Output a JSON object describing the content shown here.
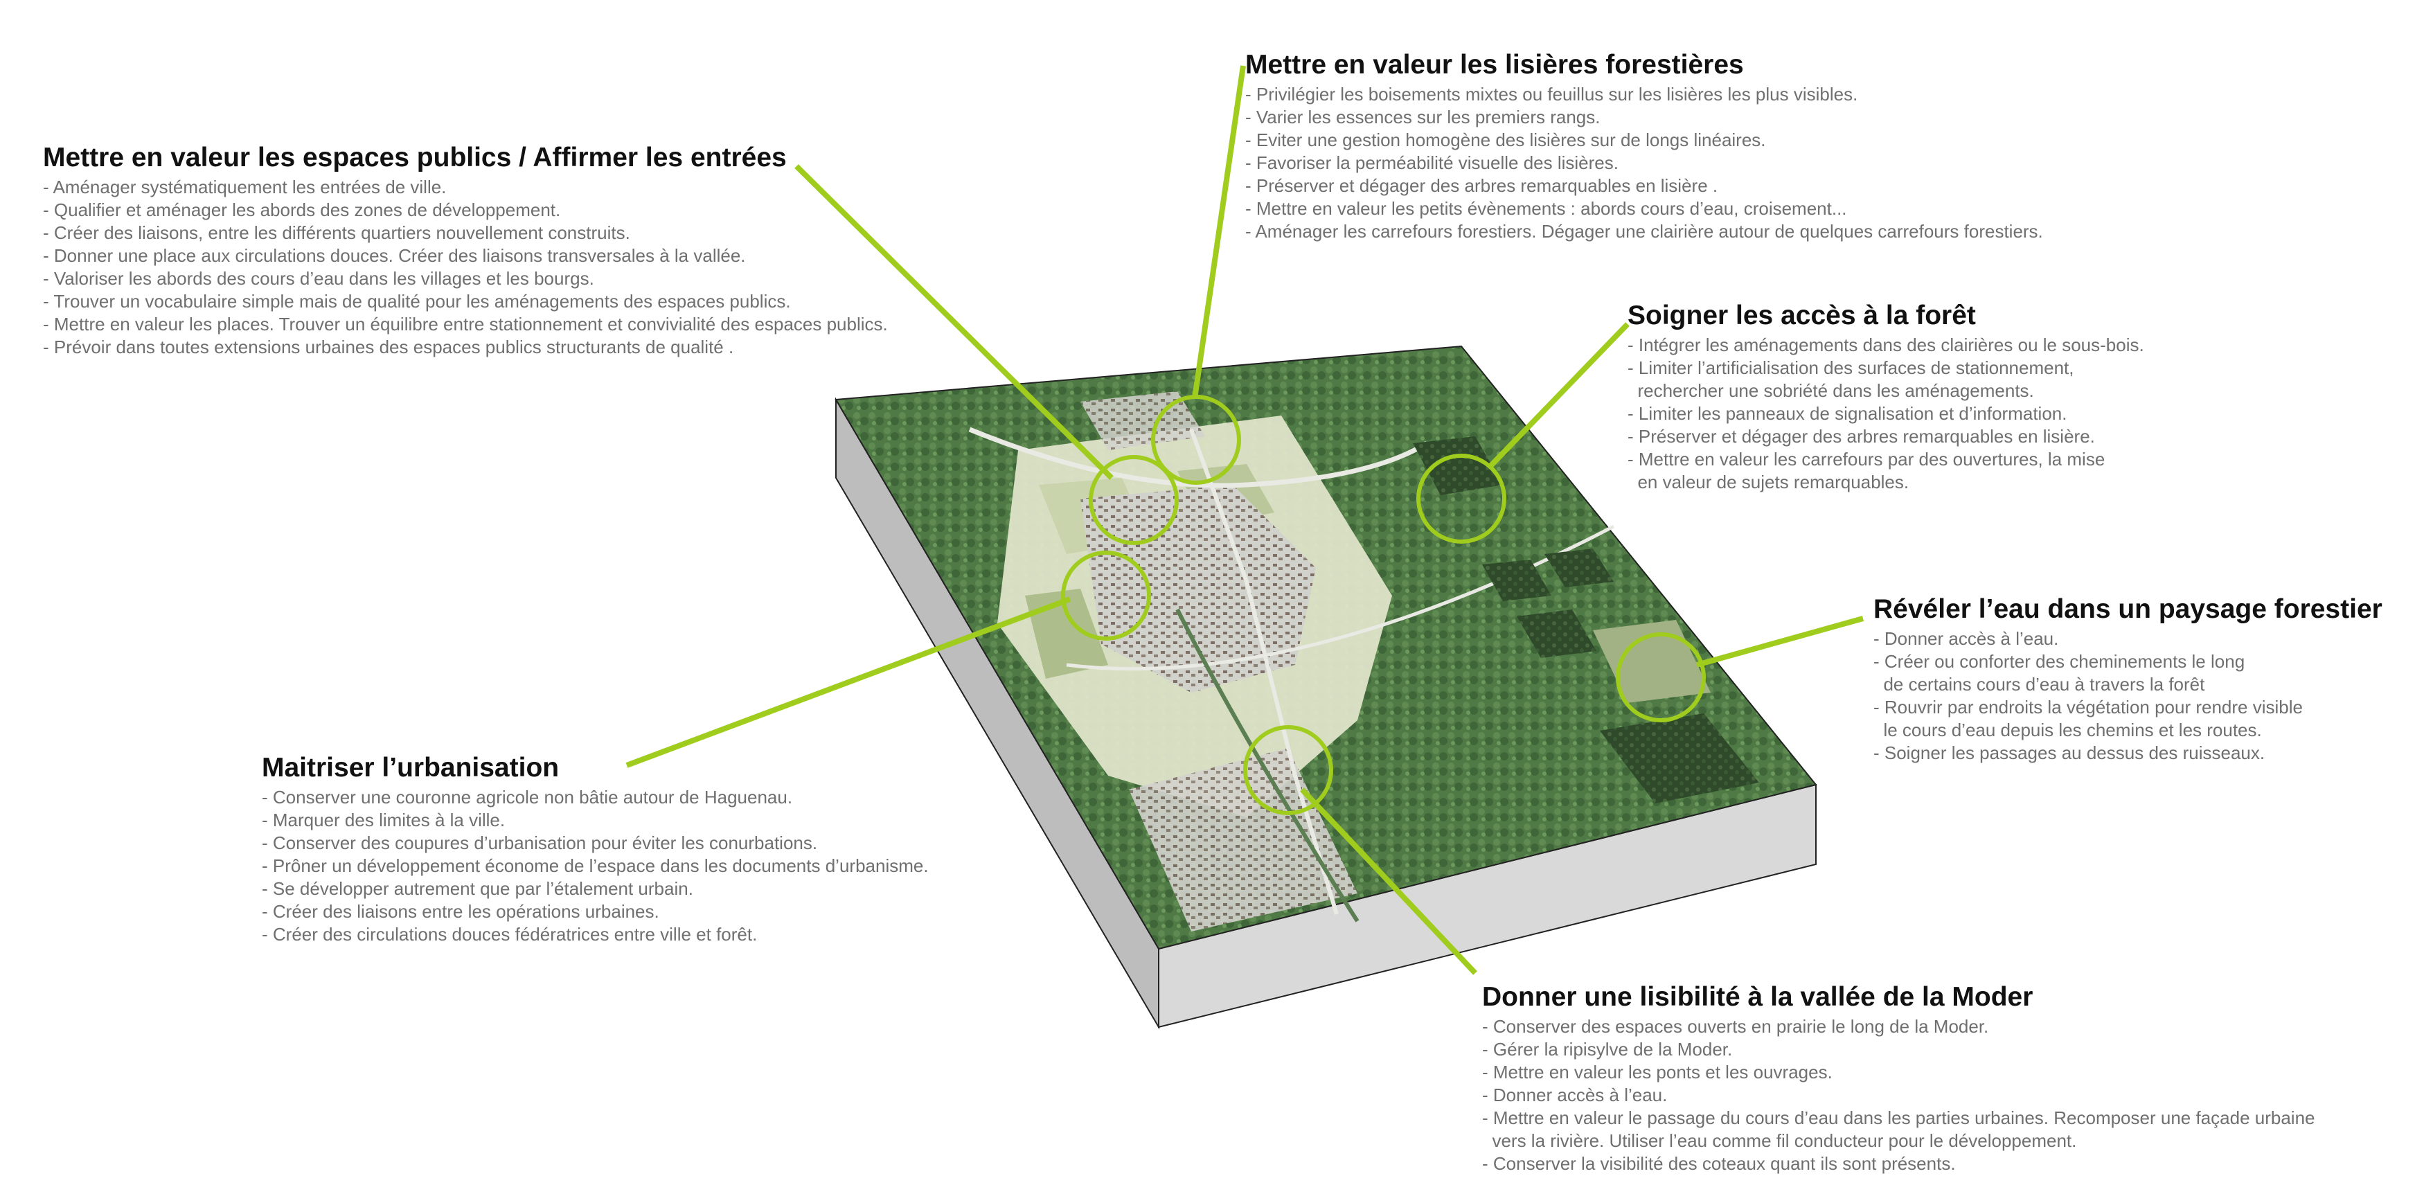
{
  "blocks": {
    "espaces_publics": {
      "title": "Mettre en valeur les espaces publics / Affirmer les entrées",
      "items": [
        "- Aménager systématiquement les entrées de ville.",
        "- Qualifier et aménager les abords des zones de développement.",
        "- Créer des liaisons, entre les différents quartiers nouvellement construits.",
        "- Donner une place aux circulations douces. Créer des liaisons transversales à la vallée.",
        "- Valoriser les abords des cours d’eau dans les villages et les bourgs.",
        "- Trouver un vocabulaire simple mais de qualité pour les aménagements des espaces publics.",
        "- Mettre en valeur les places. Trouver un équilibre entre stationnement et convivialité des espaces publics.",
        "- Prévoir dans toutes extensions urbaines des espaces publics structurants de qualité ."
      ]
    },
    "lisieres": {
      "title": "Mettre en valeur les lisières forestières",
      "items": [
        "- Privilégier les boisements mixtes ou feuillus sur les lisières les plus visibles.",
        "- Varier les essences sur les premiers rangs.",
        "- Eviter une gestion homogène des lisières sur de longs linéaires.",
        "- Favoriser la perméabilité visuelle des lisières.",
        "- Préserver et dégager des arbres remarquables en lisière .",
        "- Mettre en valeur les petits évènements : abords cours d’eau, croisement...",
        "- Aménager les carrefours forestiers. Dégager une clairière autour de quelques carrefours forestiers."
      ]
    },
    "acces_foret": {
      "title": "Soigner les accès à la forêt",
      "items": [
        "- Intégrer les aménagements dans des clairières ou le sous-bois.",
        "- Limiter l’artificialisation des surfaces de stationnement,",
        "  rechercher une sobriété dans les aménagements.",
        "- Limiter les panneaux de signalisation et d’information.",
        "- Préserver et dégager des arbres remarquables en lisière.",
        "- Mettre en valeur les carrefours par des ouvertures, la mise",
        "  en valeur de sujets remarquables."
      ]
    },
    "eau_foret": {
      "title": "Révéler l’eau dans un paysage forestier",
      "items": [
        "- Donner accès à l’eau.",
        "- Créer ou conforter des cheminements le long",
        "  de certains cours d’eau à travers la forêt",
        "- Rouvrir par endroits la végétation pour rendre visible",
        "  le cours d’eau depuis les chemins et les routes.",
        "- Soigner les passages au dessus des ruisseaux."
      ]
    },
    "urbanisation": {
      "title": "Maitriser l’urbanisation",
      "items": [
        "- Conserver une couronne agricole non bâtie autour de Haguenau.",
        "- Marquer des limites à la ville.",
        "- Conserver des coupures d’urbanisation pour éviter les conurbations.",
        "- Prôner un développement économe de l’espace dans les documents d’urbanisme.",
        "- Se développer autrement que par l’étalement urbain.",
        "- Créer des liaisons entre les opérations urbaines.",
        "- Créer des circulations douces fédératrices entre ville et forêt."
      ]
    },
    "moder": {
      "title": "Donner une lisibilité à la vallée de la Moder",
      "items": [
        "- Conserver des espaces ouverts en prairie le long de la Moder.",
        "- Gérer la ripisylve de la Moder.",
        "- Mettre en valeur les ponts et les ouvrages.",
        "- Donner accès à l’eau.",
        "- Mettre en valeur le passage du cours d’eau dans les parties urbaines. Recomposer une façade urbaine",
        "  vers la rivière. Utiliser l’eau comme fil conducteur pour le développement.",
        "- Conserver la visibilité des coteaux quant ils sont présents."
      ]
    }
  },
  "colors": {
    "callout": "#9fcc1d",
    "forest": "#4f7a45",
    "forest_dark": "#2f4d2b",
    "field_light": "#e6ead7",
    "urban": "#c8c8c8",
    "base_side": "#c4c4c4",
    "base_front": "#d8d8d8"
  }
}
